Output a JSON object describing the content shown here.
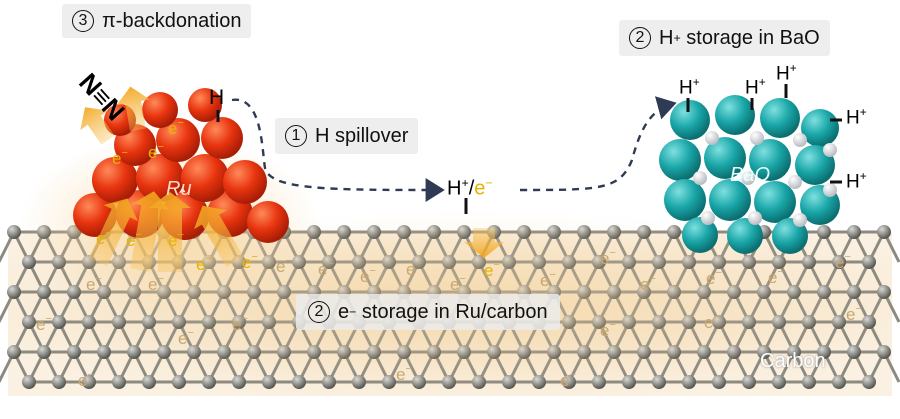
{
  "labels": {
    "pi_backdonation": {
      "num": "3",
      "text": "π-backdonation"
    },
    "h_storage": {
      "num": "2",
      "text_pre": "H",
      "sup": "+",
      "text_post": " storage in BaO"
    },
    "h_spillover": {
      "num": "1",
      "text": "H spillover"
    },
    "e_storage": {
      "num": "2",
      "text_pre": "e",
      "sup": "−",
      "text_post": " storage in Ru/carbon"
    }
  },
  "species": {
    "dinitrogen": "N≡N",
    "hydrogen": "H",
    "proton_base": "H",
    "proton_sup": "+",
    "electron_base": "e",
    "electron_sup": "−",
    "slash": "/"
  },
  "materials": {
    "ru": "Ru",
    "bao": "BaO",
    "carbon": "Carbon"
  },
  "colors": {
    "ru": "#e8340f",
    "bao": "#1aa6a8",
    "carbon_atom": "#8a8a86",
    "arrow": "#f2a51c",
    "electron_text": "#e8b200",
    "dashed_path": "#2f3a55"
  }
}
